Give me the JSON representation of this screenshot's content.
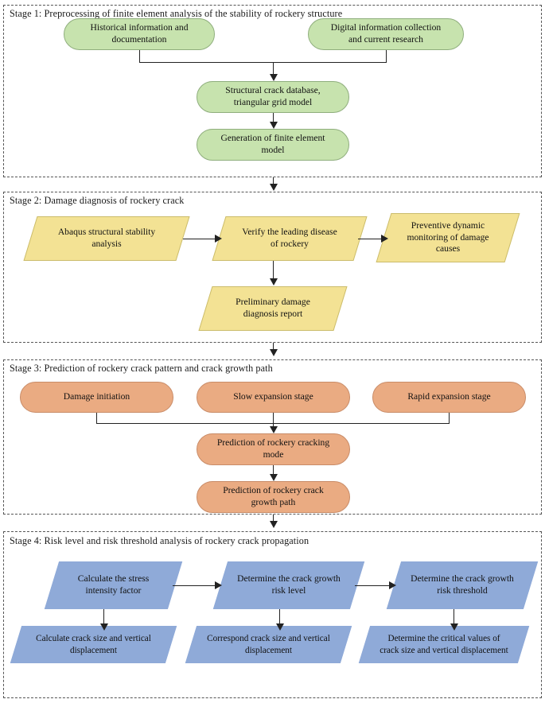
{
  "diagram": {
    "title": "Four-stage rockery crack analysis flowchart",
    "colors": {
      "stage1_fill": "#c7e3ae",
      "stage2_fill": "#f3e294",
      "stage3_fill": "#eaab82",
      "stage4_fill": "#8faad8",
      "frame_border": "#555555",
      "connector": "#222222"
    }
  },
  "stages": [
    {
      "id": "stage-1",
      "title": "Stage 1: Preprocessing of finite element analysis of the stability of rockery structure",
      "shape": "rounded-rectangle",
      "fill": "#c7e3ae",
      "nodes": [
        {
          "id": "s1-n1",
          "label": "Historical information and\ndocumentation"
        },
        {
          "id": "s1-n2",
          "label": "Digital information collection\nand current research"
        },
        {
          "id": "s1-n3",
          "label": "Structural crack database,\ntriangular grid model"
        },
        {
          "id": "s1-n4",
          "label": "Generation of finite element\nmodel"
        }
      ]
    },
    {
      "id": "stage-2",
      "title": "Stage 2: Damage diagnosis of rockery crack",
      "shape": "parallelogram",
      "fill": "#f3e294",
      "nodes": [
        {
          "id": "s2-n1",
          "label": "Abaqus structural stability\nanalysis"
        },
        {
          "id": "s2-n2",
          "label": "Verify the leading disease\nof rockery"
        },
        {
          "id": "s2-n3",
          "label": "Preventive dynamic\nmonitoring of damage\ncauses"
        },
        {
          "id": "s2-n4",
          "label": "Preliminary damage\ndiagnosis report"
        }
      ]
    },
    {
      "id": "stage-3",
      "title": "Stage 3: Prediction of rockery crack pattern and crack growth path",
      "shape": "rounded-rectangle",
      "fill": "#eaab82",
      "nodes": [
        {
          "id": "s3-n1",
          "label": "Damage initiation"
        },
        {
          "id": "s3-n2",
          "label": "Slow expansion stage"
        },
        {
          "id": "s3-n3",
          "label": "Rapid expansion stage"
        },
        {
          "id": "s3-n4",
          "label": "Prediction of rockery cracking\nmode"
        },
        {
          "id": "s3-n5",
          "label": "Prediction of rockery crack\ngrowth path"
        }
      ]
    },
    {
      "id": "stage-4",
      "title": "Stage 4: Risk level and risk threshold analysis of rockery crack propagation",
      "shape": "parallelogram",
      "fill": "#8faad8",
      "nodes": [
        {
          "id": "s4-n1",
          "label": "Calculate the stress\nintensity factor"
        },
        {
          "id": "s4-n2",
          "label": "Determine the crack growth\nrisk level"
        },
        {
          "id": "s4-n3",
          "label": "Determine the crack growth\nrisk threshold"
        },
        {
          "id": "s4-n4",
          "label": "Calculate crack size and vertical\ndisplacement"
        },
        {
          "id": "s4-n5",
          "label": "Correspond crack size and vertical\ndisplacement"
        },
        {
          "id": "s4-n6",
          "label": "Determine the critical values of\ncrack size and vertical displacement"
        }
      ]
    }
  ]
}
